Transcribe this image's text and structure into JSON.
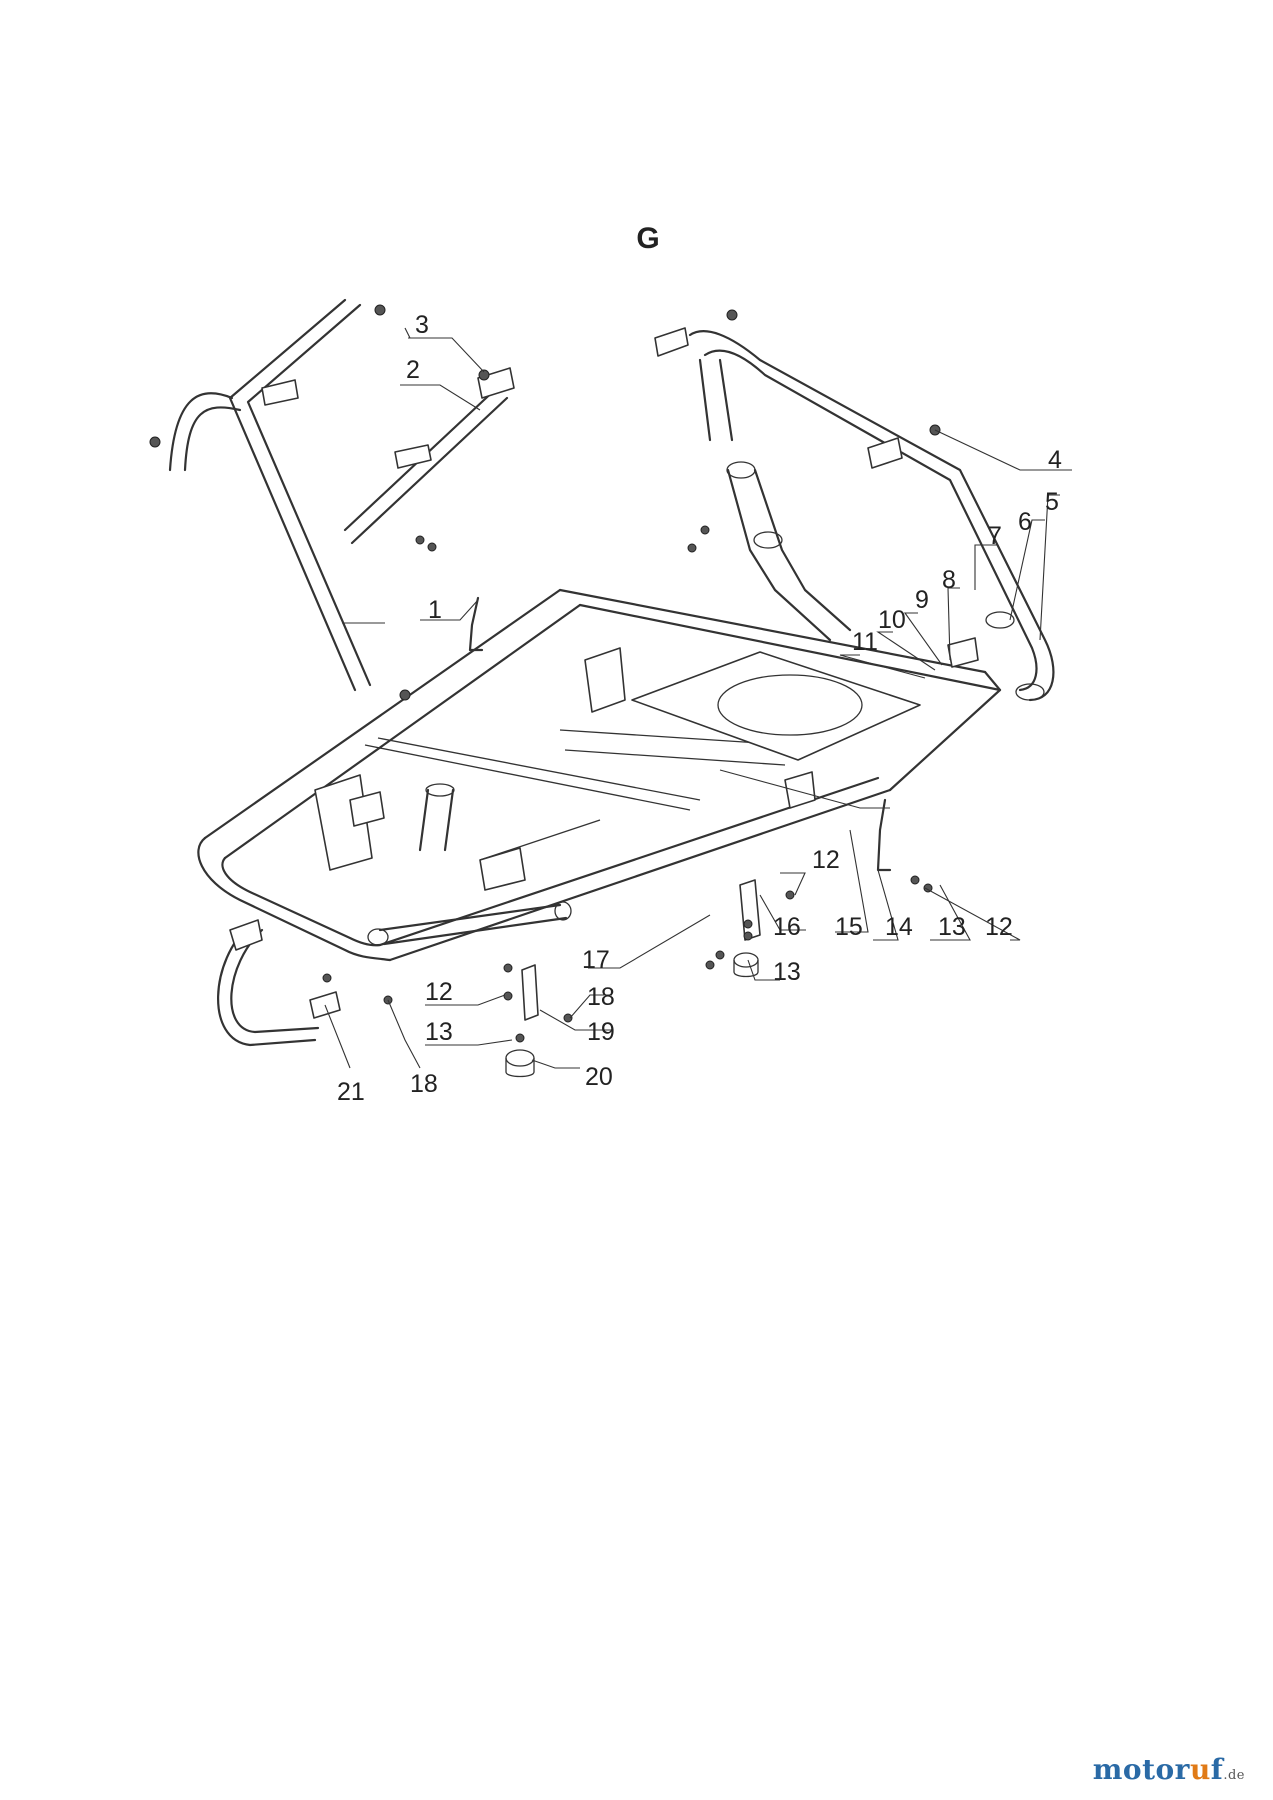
{
  "section_title": "G",
  "callouts": [
    "1",
    "2",
    "3",
    "4",
    "5",
    "6",
    "7",
    "8",
    "9",
    "10",
    "11",
    "12",
    "12",
    "12",
    "13",
    "13",
    "13",
    "14",
    "15",
    "16",
    "17",
    "18",
    "18",
    "19",
    "20",
    "21"
  ],
  "watermark": {
    "brand_main": "motor",
    "brand_accent": "u",
    "brand_end": "f",
    "tld": ".de"
  },
  "colors": {
    "line": "#333333",
    "watermark_blue": "#2a6aa6",
    "watermark_orange": "#e07a16"
  }
}
